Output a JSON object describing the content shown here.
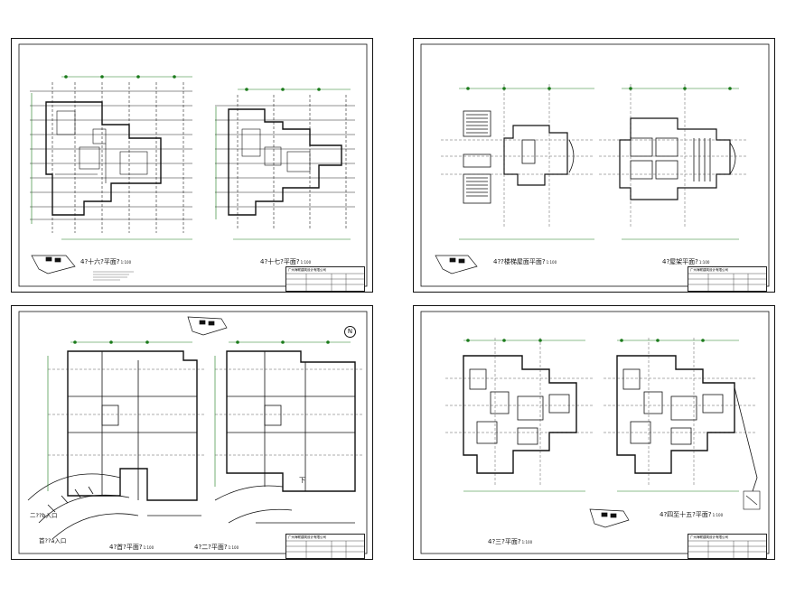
{
  "sheets": [
    {
      "plans": [
        {
          "title": "4?十六?平面?",
          "scale": "1:100"
        },
        {
          "title": "4?十七?平面?",
          "scale": "1:100"
        }
      ],
      "titleblock": "广州海联建筑设计有限公司"
    },
    {
      "plans": [
        {
          "title": "4??楼梯屋面平面?",
          "scale": "1:100"
        },
        {
          "title": "4?屋架平面?",
          "scale": "1:100"
        }
      ],
      "titleblock": "广州海联建筑设计有限公司"
    },
    {
      "plans": [
        {
          "title": "4?首?平面?",
          "scale": "1:100"
        },
        {
          "title": "4?二?平面?",
          "scale": "1:100"
        }
      ],
      "entrances": [
        "二??b入口",
        "首??a入口"
      ],
      "north_label": "N",
      "down_label": "下",
      "titleblock": "广州海联建筑设计有限公司"
    },
    {
      "plans": [
        {
          "title": "4?三?平面?",
          "scale": "1:100"
        },
        {
          "title": "4?四至十五?平面?",
          "scale": "1:100"
        }
      ],
      "titleblock": "广州海联建筑设计有限公司"
    }
  ],
  "colors": {
    "line": "#111111",
    "accent": "#1a7a1a",
    "grid": "#333333"
  }
}
